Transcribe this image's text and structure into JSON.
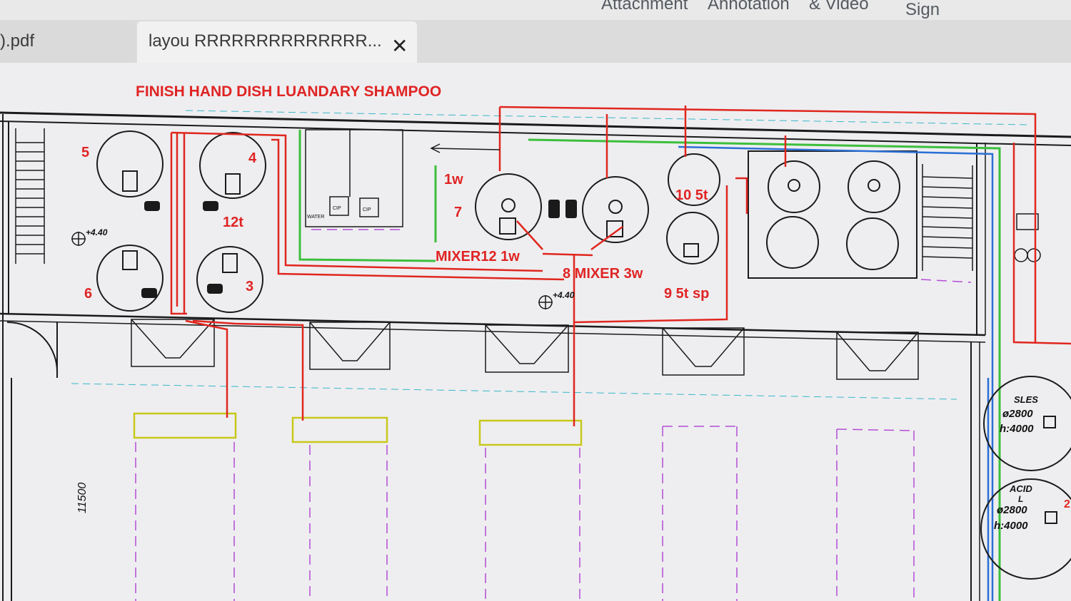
{
  "menu": {
    "attachment": "Attachment",
    "annotation": "Annotation",
    "video": "& Video",
    "sign": "Sign"
  },
  "tabs": {
    "previous": ").pdf",
    "active": "layou RRRRRRRRRRRRRR...",
    "close_glyph": "✕"
  },
  "drawing": {
    "title": "FINISH HAND DISH LUANDARY SHAMPOO",
    "tank_labels": {
      "t5": "5",
      "t4": "4",
      "t6": "6",
      "t3": "3",
      "t12t": "12t",
      "t1w": "1w",
      "t7": "7",
      "mixer12": "MIXER12 1w",
      "mixer8": "8 MIXER 3w",
      "t10": "10 5t",
      "t9": "9 5t sp"
    },
    "elevation_1": "+4.40",
    "elevation_2": "+4.40",
    "water_label": "WATER",
    "cip_1": "CIP",
    "cip_2": "CIP",
    "dimension": "11500",
    "sles": {
      "name": "SLES",
      "diameter": "ø2800",
      "height": "h:4000"
    },
    "acid": {
      "name": "ACID",
      "line2": "L",
      "diameter": "ø2800",
      "height": "h:4000"
    },
    "side_mark": "2"
  },
  "colors": {
    "red_pipe": "#e0261e",
    "green_pipe": "#3cbf3c",
    "blue_pipe": "#2a6fd6",
    "cyan_pipe": "#3ab7c8",
    "magenta_dash": "#b44cd6",
    "yellow_box": "#c8c81a",
    "line_black": "#1a1a1a"
  }
}
